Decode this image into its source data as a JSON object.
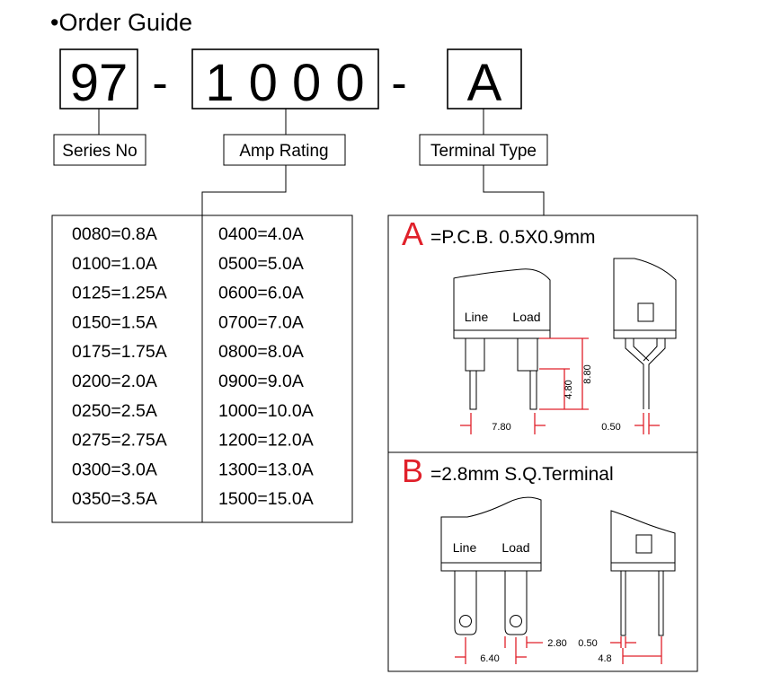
{
  "title": "•Order Guide",
  "code": {
    "series": "97",
    "dash1": "-",
    "amp": "1 0 0 0",
    "dash2": "-",
    "terminal": "A"
  },
  "labels": {
    "series": "Series No",
    "amp": "Amp Rating",
    "terminal": "Terminal Type"
  },
  "ratings_left": [
    "0080=0.8A",
    "0100=1.0A",
    "0125=1.25A",
    "0150=1.5A",
    "0175=1.75A",
    "0200=2.0A",
    "0250=2.5A",
    "0275=2.75A",
    "0300=3.0A",
    "0350=3.5A"
  ],
  "ratings_right": [
    "0400=4.0A",
    "0500=5.0A",
    "0600=6.0A",
    "0700=7.0A",
    "0800=8.0A",
    "0900=9.0A",
    "1000=10.0A",
    "1200=12.0A",
    "1300=13.0A",
    "1500=15.0A"
  ],
  "terminal_a": {
    "letter": "A",
    "desc": "=P.C.B. 0.5X0.9mm",
    "line_label": "Line",
    "load_label": "Load",
    "dim_width": "7.80",
    "dim_h1": "4.80",
    "dim_h2": "8.80",
    "dim_thick": "0.50"
  },
  "terminal_b": {
    "letter": "B",
    "desc": "=2.8mm S.Q.Terminal",
    "line_label": "Line",
    "load_label": "Load",
    "dim_width": "6.40",
    "dim_tab": "2.80",
    "dim_thick": "0.50",
    "dim_side": "4.8"
  },
  "colors": {
    "accent": "#e0202a",
    "ink": "#000000"
  }
}
